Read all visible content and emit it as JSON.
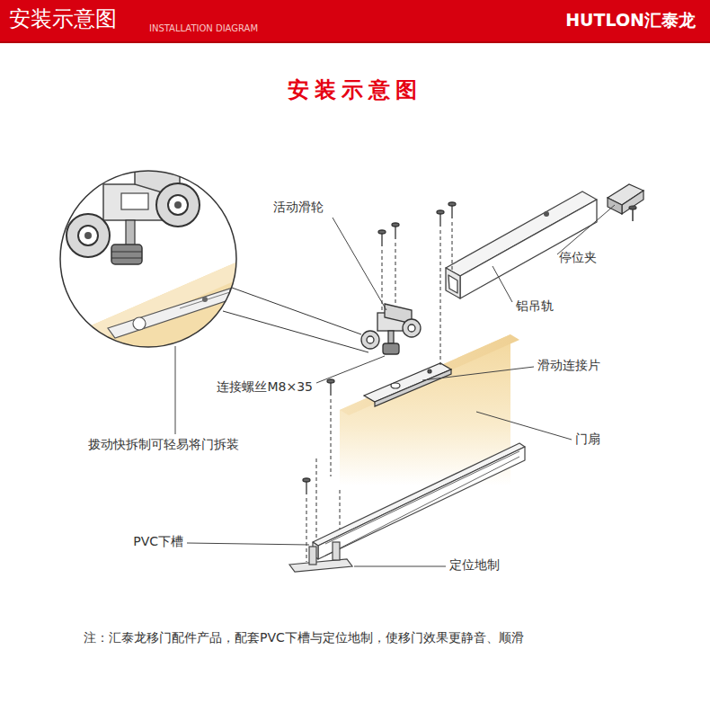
{
  "diagram": {
    "title": "安装示意图",
    "caption": "注：汇泰龙移门配件产品，配套PVC下槽与定位地制，使移门效果更静音、顺滑",
    "labels": [
      "安装示意图",
      "INSTALLATION DIAGRAM",
      "HUTLON汇泰龙",
      "活动滑轮",
      "停位夹",
      "铝吊轨",
      "滑动连接片",
      "连接螺丝M8×35",
      "门扇",
      "拨动快拆制可轻易将门拆装",
      "PVC下槽",
      "定位地制"
    ]
  }
}
